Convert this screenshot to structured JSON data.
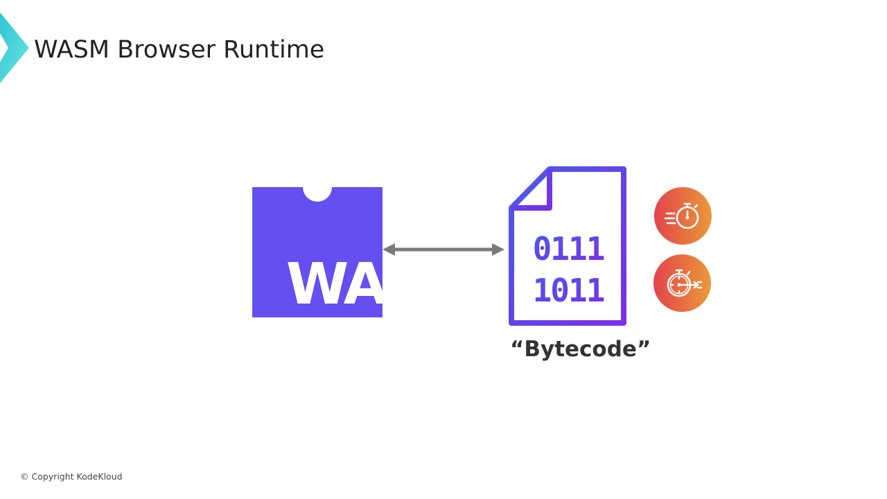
{
  "header": {
    "title": "WASM Browser Runtime",
    "logo_icon": "kodekloud-chevron-icon"
  },
  "diagram": {
    "left_node": {
      "icon": "webassembly-logo",
      "label": "WA",
      "color": "#654FF0"
    },
    "connector": {
      "type": "bidirectional-arrow",
      "color": "#7a7a7a"
    },
    "right_node": {
      "icon": "binary-file-icon",
      "binary_rows": [
        "0111",
        "1011"
      ],
      "caption": "“Bytecode”",
      "gradient": [
        "#4a5ae8",
        "#7b2fe8"
      ]
    },
    "badges": [
      {
        "icon": "fast-stopwatch-icon",
        "meaning": "speed"
      },
      {
        "icon": "stopwatch-target-icon",
        "meaning": "precision"
      }
    ],
    "badge_gradient": [
      "#e2434f",
      "#e99a3c"
    ]
  },
  "footer": {
    "copyright": "© Copyright KodeKloud"
  }
}
